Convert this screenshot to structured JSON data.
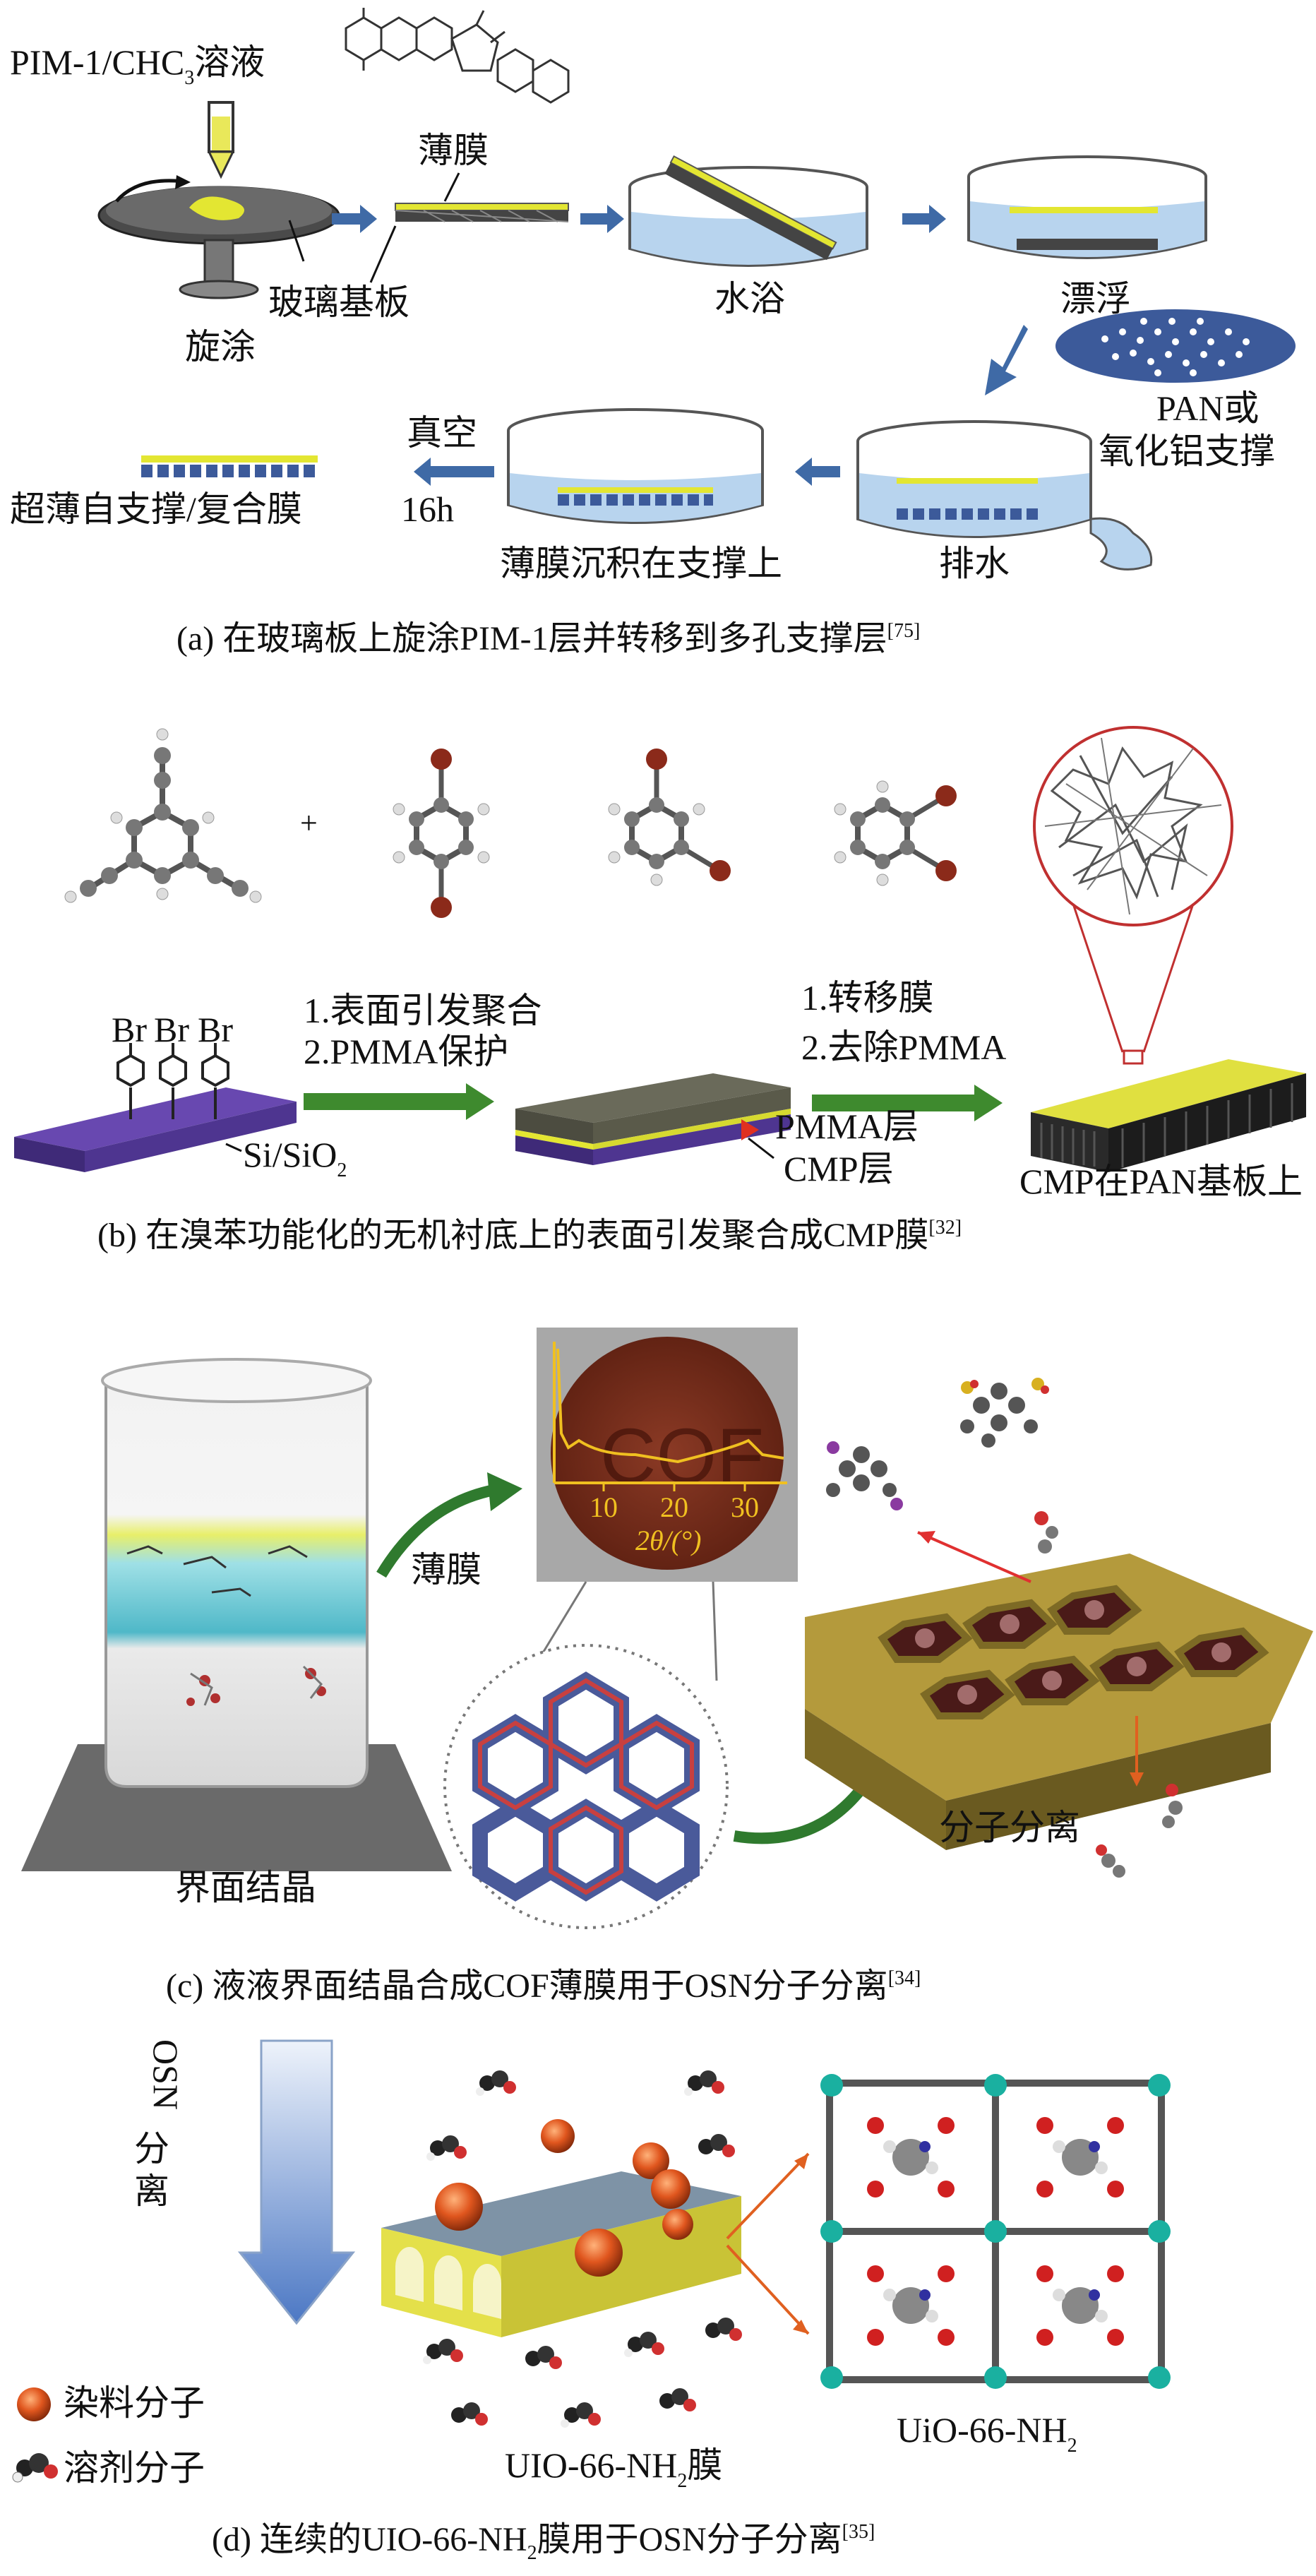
{
  "panel_a": {
    "solution_label": "PIM-1/CHC",
    "solution_sub": "3",
    "solution_suffix": "溶液",
    "film_label": "薄膜",
    "glass_label": "玻璃基板",
    "spin_label": "旋涂",
    "water_bath_label": "水浴",
    "float_label": "漂浮",
    "support_label_1": "PAN或",
    "support_label_2": "氧化铝支撑",
    "vacuum_label": "真空",
    "time_label": "16h",
    "composite_label": "超薄自支撑/复合膜",
    "deposit_label": "薄膜沉积在支撑上",
    "drain_label": "排水",
    "caption": "(a) 在玻璃板上旋涂PIM-1层并转移到多孔支撑层",
    "caption_ref": "[75]"
  },
  "panel_b": {
    "br_label": "Br",
    "plus": "+",
    "step1_1": "1.表面引发聚合",
    "step1_2": "2.PMMA保护",
    "substrate_label": "Si/SiO",
    "substrate_sub": "2",
    "step2_1": "1.转移膜",
    "step2_2": "2.去除PMMA",
    "pmma_layer": "PMMA层",
    "cmp_layer": "CMP层",
    "cmp_on_pan": "CMP在PAN基板上",
    "caption": "(b) 在溴苯功能化的无机衬底上的表面引发聚合成CMP膜",
    "caption_ref": "[32]"
  },
  "panel_c": {
    "tick_10": "10",
    "tick_20": "20",
    "tick_30": "30",
    "axis_label": "2θ/(°)",
    "cof_text": "COF",
    "film_label": "薄膜",
    "interface_label": "界面结晶",
    "separation_label": "分子分离",
    "caption": "(c) 液液界面结晶合成COF薄膜用于OSN分子分离",
    "caption_ref": "[34]"
  },
  "panel_d": {
    "osn_label": "OSN",
    "sep_1": "分",
    "sep_2": "离",
    "dye_legend": "染料分子",
    "solvent_legend": "溶剂分子",
    "membrane_label": "UIO-66-NH",
    "membrane_sub": "2",
    "membrane_suffix": "膜",
    "mof_label": "UiO-66-NH",
    "mof_sub": "2",
    "caption_pre": "(d) 连续的UIO-66-NH",
    "caption_sub": "2",
    "caption_post": "膜用于OSN分子分离",
    "caption_ref": "[35]"
  },
  "colors": {
    "arrow_blue": "#3f6aa6",
    "film_yellow": "#e3e632",
    "water_blue": "#b8d4ee",
    "support_blue": "#3c5a9a",
    "purple_substrate": "#5b3a9c",
    "green_arrow": "#3e8a2e",
    "cof_red": "#7a2a1c",
    "dye_orange": "#e0561e"
  }
}
